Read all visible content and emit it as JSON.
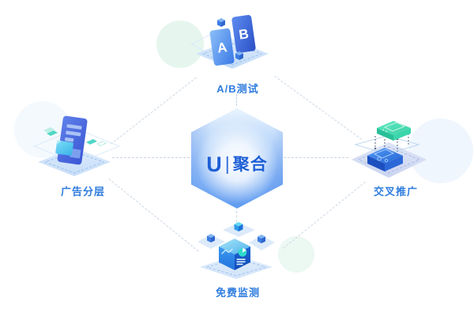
{
  "center_cube": {
    "brand_letter": "U",
    "divider": "|",
    "brand_name": "聚合"
  },
  "features": {
    "ab_test": {
      "label": "A/B测试",
      "card_a_letter": "A",
      "card_b_letter": "B"
    },
    "ad_layering": {
      "label": "广告分层"
    },
    "cross_promotion": {
      "label": "交叉推广"
    },
    "free_monitoring": {
      "label": "免费监测"
    }
  },
  "colors": {
    "label_text": "#2e7cde",
    "brand_text": "#1e5fd6",
    "dashed_line": "#c6d2e2",
    "platform_blue": "#d9e9fb",
    "card_blue": "#3d7be8",
    "deep_blue": "#2a50c6",
    "teal": "#3ed8ae",
    "cyan": "#4fc2ee",
    "mint_circle": "#e6f6ee",
    "blue_circle": "#f0f6fd"
  }
}
